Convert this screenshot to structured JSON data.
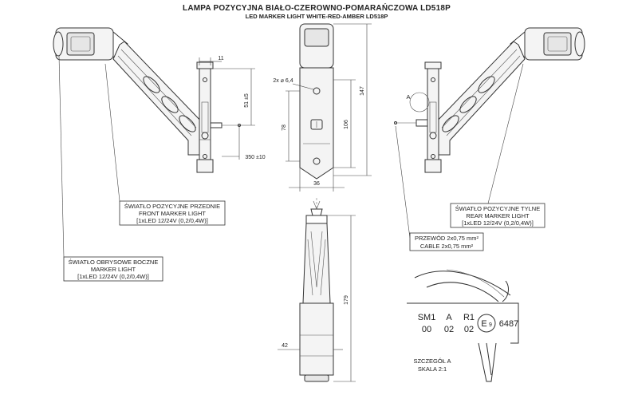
{
  "title": "LAMPA POZYCYJNA BIAŁO-CZEROWNO-POMARAŃCZOWA LD518P",
  "subtitle": "LED MARKER LIGHT WHITE-RED-AMBER LD518P",
  "labels": {
    "front": [
      "ŚWIATŁO POZYCYJNE PRZEDNIE",
      "FRONT MARKER LIGHT",
      "[1xLED 12/24V (0,2/0,4W)]"
    ],
    "side": [
      "ŚWIATŁO OBRYSOWE BOCZNE",
      "MARKER LIGHT",
      "[1xLED 12/24V (0,2/0,4W)]"
    ],
    "rear": [
      "ŚWIATŁO POZYCYJNE TYLNE",
      "REAR MARKER LIGHT",
      "[1xLED 12/24V (0,2/0,4W)]"
    ],
    "cable": [
      "PRZEWÓD 2x0,75 mm²",
      "CABLE 2x0,75 mm²"
    ],
    "detail": [
      "SZCZEGÓŁ A",
      "SKALA 2:1"
    ],
    "detail_ref": "A"
  },
  "dimensions": {
    "d11": "11",
    "d51": "51 ±5",
    "d350": "350 ±10",
    "holes": "2x ⌀ 6,4",
    "d147": "147",
    "d78": "78",
    "d106": "106",
    "d36": "36",
    "d179": "179",
    "d42": "42"
  },
  "marking": {
    "row1": [
      "SM1",
      "A",
      "R1"
    ],
    "row2": [
      "00",
      "02",
      "02"
    ],
    "approval_letter": "E",
    "approval_num": "9",
    "approval_code": "6487"
  }
}
